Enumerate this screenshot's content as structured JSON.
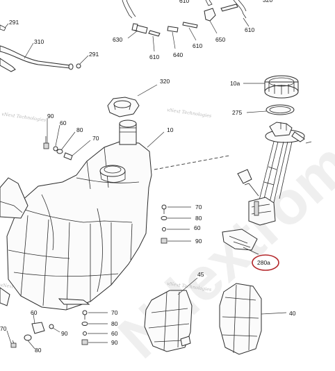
{
  "diagram": {
    "watermark_main": "Ndextromel",
    "watermark_small": "vNext Technologies",
    "labels": {
      "l291a": "291",
      "l310": "310",
      "l291b": "291",
      "l630": "630",
      "l610a": "610",
      "l640": "640",
      "l610b": "610",
      "l650": "650",
      "l610c": "610",
      "l610top": "610",
      "l320top": "320",
      "l320": "320",
      "l10a": "10a",
      "l275": "275",
      "l10": "10",
      "l90a": "90",
      "l60a": "60",
      "l80a": "80",
      "l70a": "70",
      "l70b": "70",
      "l80b": "80",
      "l60b": "60",
      "l90b": "90",
      "l280a": "280a",
      "l45": "45",
      "l40": "40",
      "l70c": "70",
      "l80c": "80",
      "l60c": "60",
      "l90c": "90",
      "l60d": "60",
      "l90d": "90",
      "l70d": "70",
      "l80d": "80"
    }
  }
}
